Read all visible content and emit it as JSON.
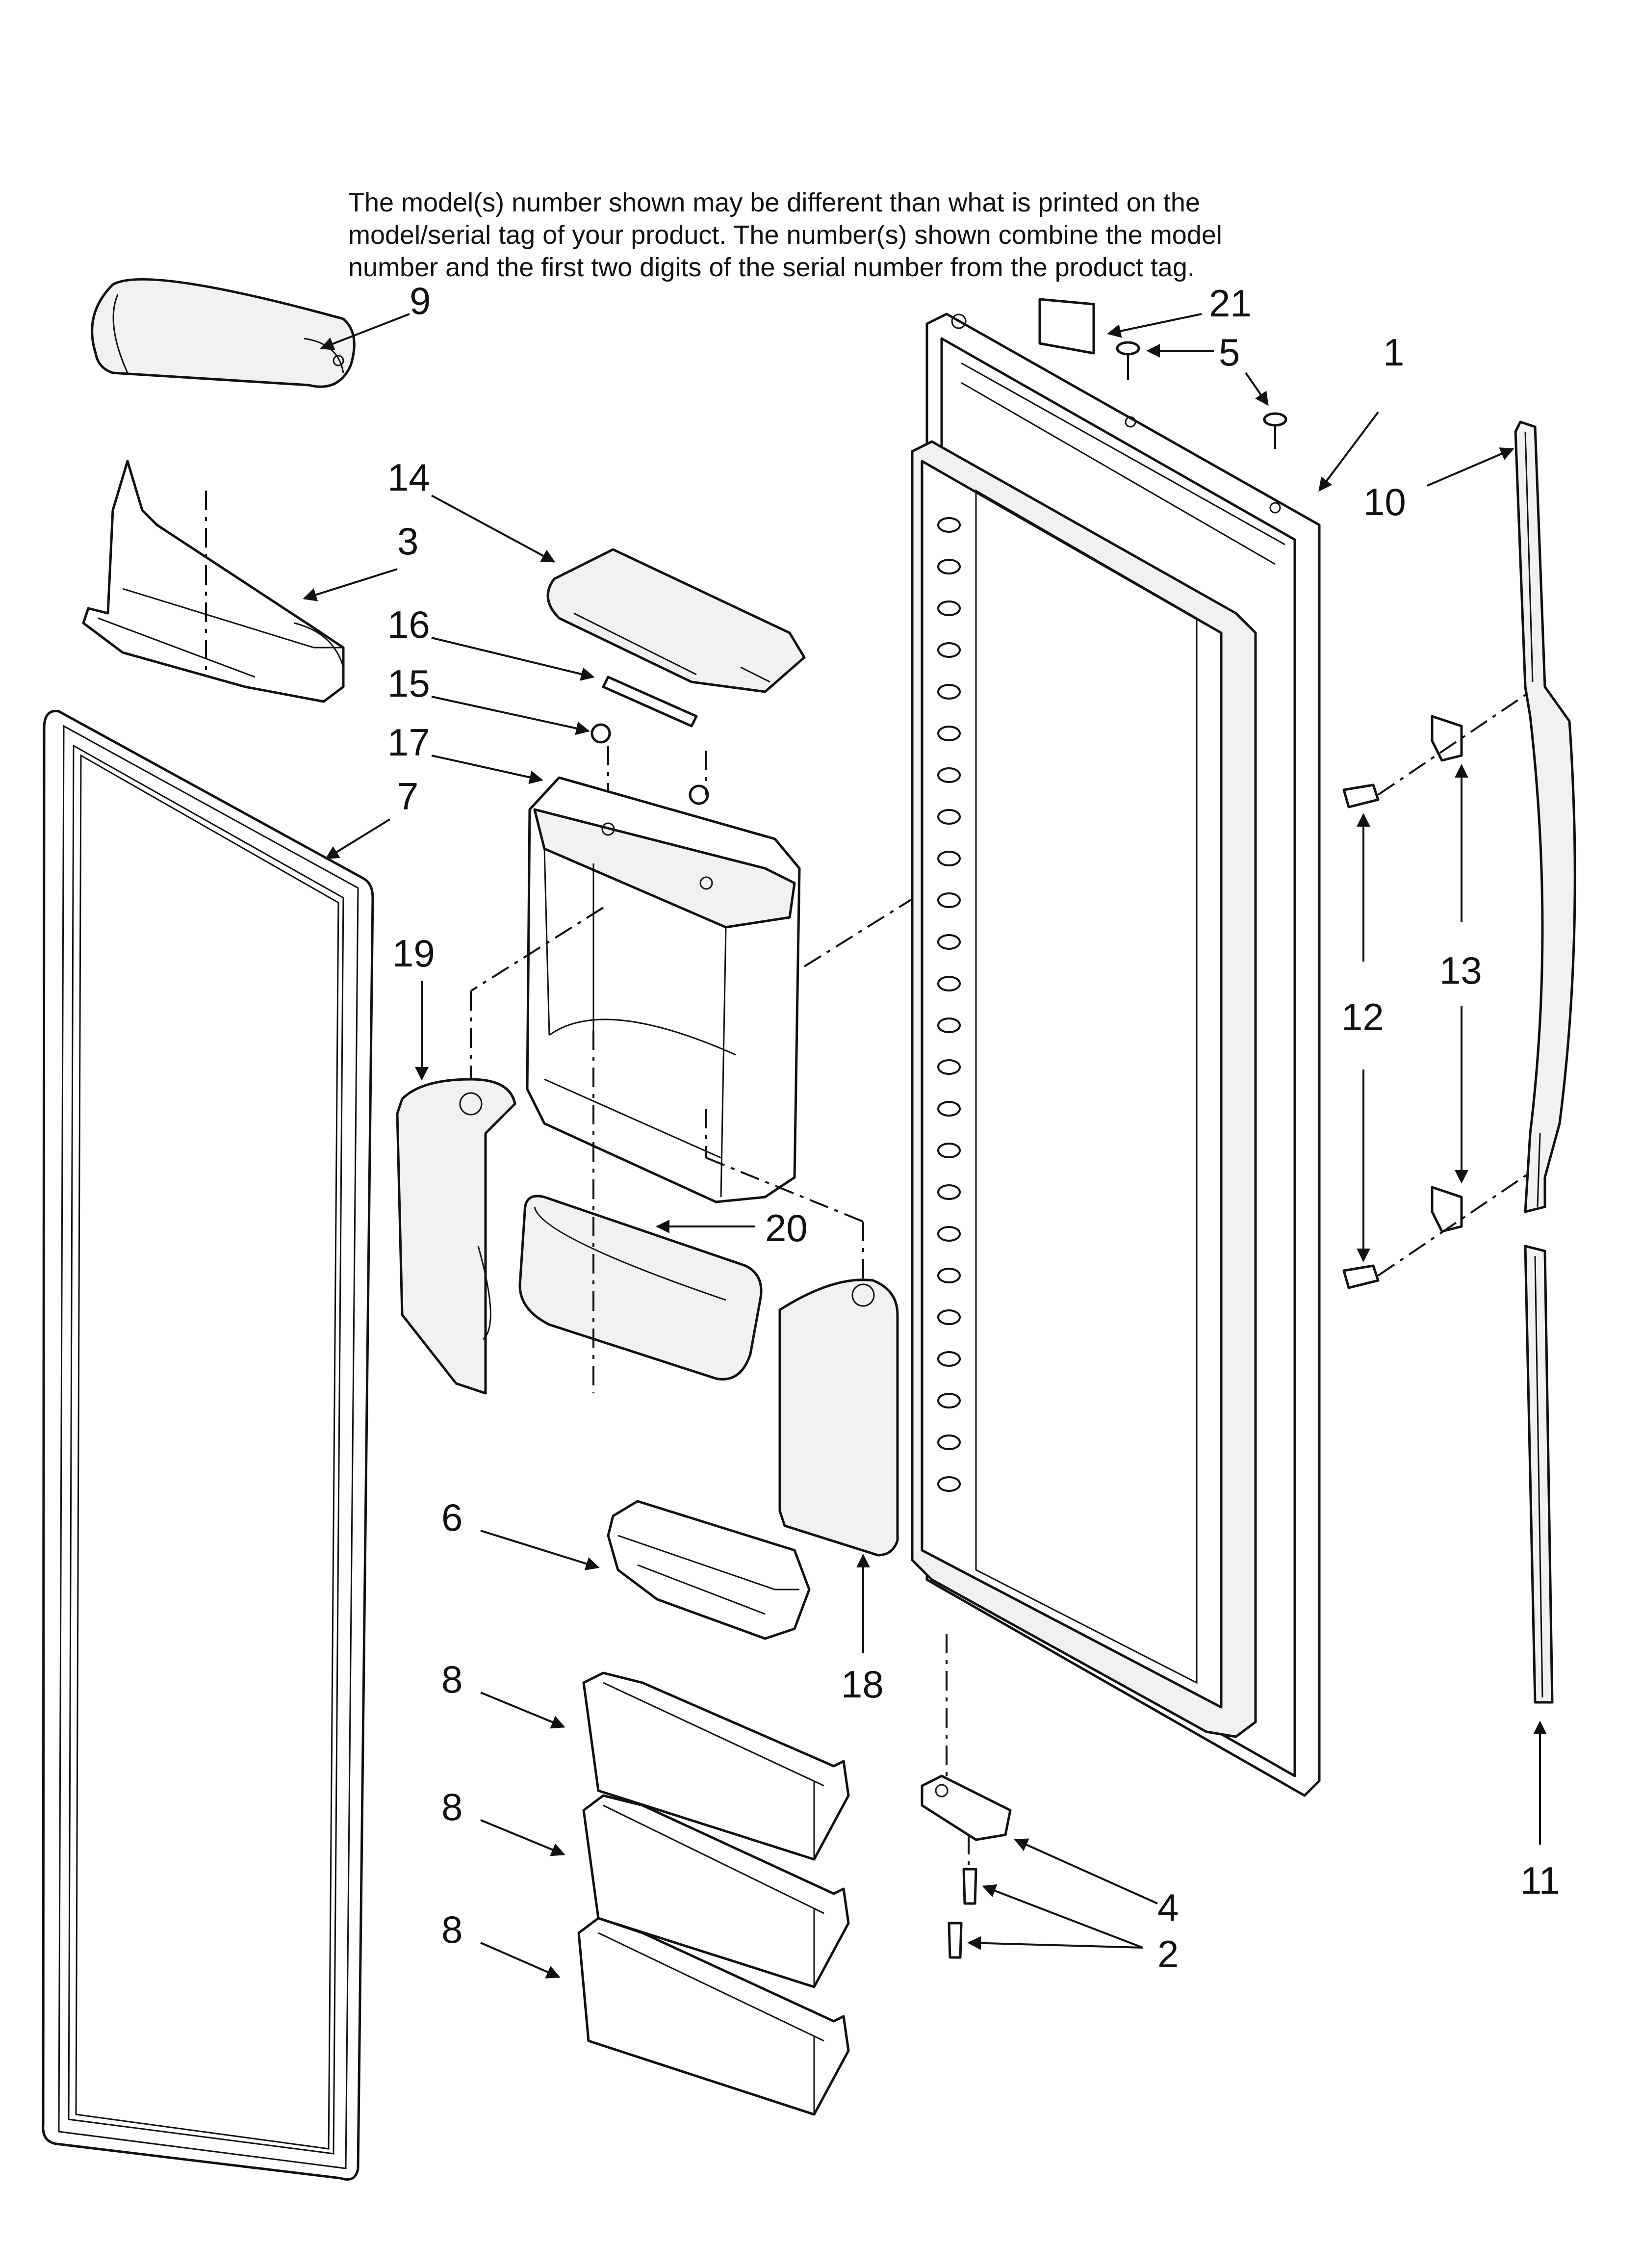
{
  "note": {
    "line1": "The model(s) number shown may be different than what is printed on the",
    "line2": "model/serial tag of your product. The number(s) shown combine the model",
    "line3": "number and the first two digits of the serial number from the product tag."
  },
  "callouts": {
    "c1": "1",
    "c2": "2",
    "c3": "3",
    "c4": "4",
    "c5": "5",
    "c6": "6",
    "c7": "7",
    "c8a": "8",
    "c8b": "8",
    "c8c": "8",
    "c9": "9",
    "c10": "10",
    "c11": "11",
    "c12": "12",
    "c13": "13",
    "c14": "14",
    "c15": "15",
    "c16": "16",
    "c17": "17",
    "c18": "18",
    "c19": "19",
    "c20": "20",
    "c21": "21"
  }
}
